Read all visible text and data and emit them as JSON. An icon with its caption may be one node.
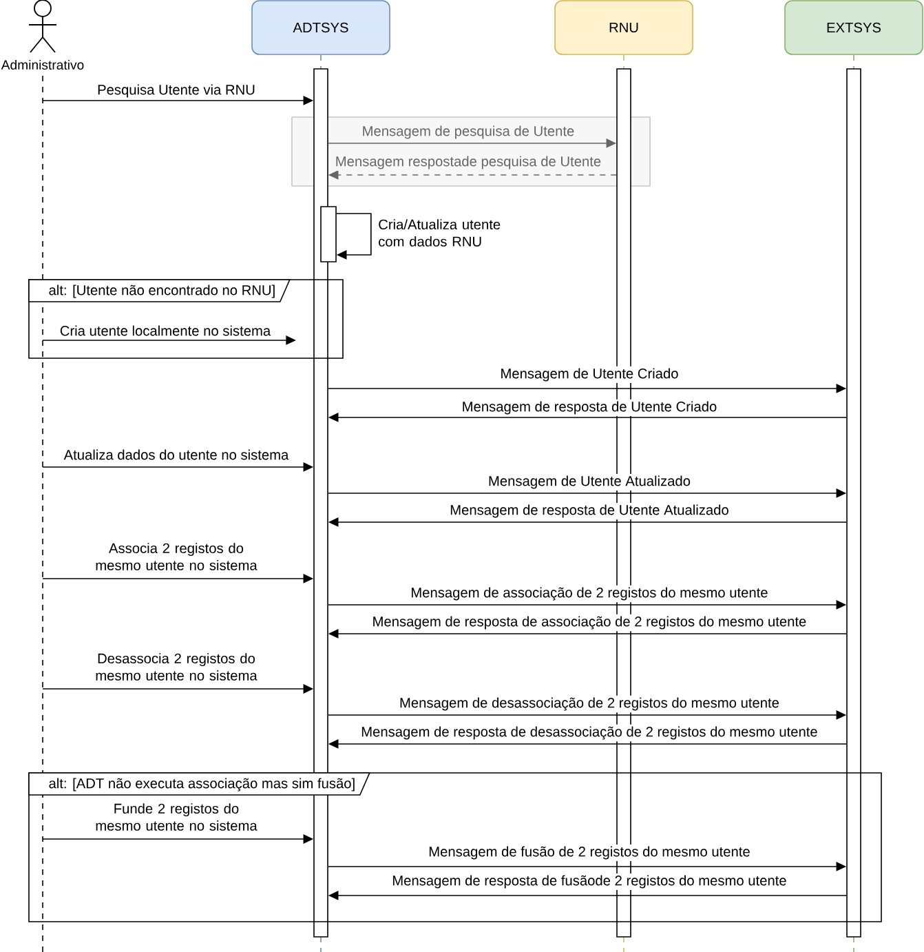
{
  "diagram": {
    "nodes": [
      {
        "text": [
          "Administrativo"
        ]
      },
      {
        "text": [
          "ADTSYS"
        ]
      },
      {
        "text": [
          "RNU"
        ]
      },
      {
        "text": [
          "EXTSYS"
        ]
      },
      {
        "text": [],
        "shape": "bar"
      },
      {
        "text": [],
        "shape": "bar"
      },
      {
        "text": [],
        "shape": "bar"
      },
      {
        "text": [],
        "shape": "bar"
      }
    ],
    "labels": [
      "alt: [Utente não encontrado no RNU]",
      "alt: [ADT não executa associação mas sim fusão]"
    ],
    "edges": [
      {
        "from": 0,
        "to": 4,
        "arrow": "to",
        "label": "Pesquisa Utente via RNU"
      },
      {
        "from": 4,
        "to": 5,
        "arrow": "to",
        "label": "Mensagem de pesquisa de Utente",
        "color": "#666666"
      },
      {
        "from": 5,
        "to": 4,
        "arrow": "to",
        "label": "Mensagem respostade pesquisa de Utente",
        "style": "dashed",
        "color": "#666666"
      },
      {
        "from": 7,
        "to": 7,
        "arrow": "to",
        "label": "Cria/Atualiza utente com dados RNU"
      },
      {
        "from": 0,
        "to": null,
        "arrow": "to",
        "label": "Cria utente localmente no sistema"
      },
      {
        "from": 4,
        "to": 6,
        "arrow": "to",
        "label": "Mensagem de Utente Criado"
      },
      {
        "from": 6,
        "to": 4,
        "arrow": "to",
        "label": "Mensagem de resposta de Utente Criado"
      },
      {
        "from": 0,
        "to": 4,
        "arrow": "to",
        "label": "Atualiza dados do utente no sistema"
      },
      {
        "from": 4,
        "to": 6,
        "arrow": "to",
        "label": "Mensagem de Utente Atualizado"
      },
      {
        "from": 6,
        "to": 4,
        "arrow": "to",
        "label": "Mensagem de resposta de Utente Atualizado"
      },
      {
        "from": 0,
        "to": 4,
        "arrow": "to",
        "label": "Associa 2 registos do mesmo utente no sistema"
      },
      {
        "from": 4,
        "to": 6,
        "arrow": "to",
        "label": "Mensagem de associação de 2 registos do mesmo utente"
      },
      {
        "from": 6,
        "to": 4,
        "arrow": "to",
        "label": "Mensagem de resposta de associação de 2 registos do mesmo utente"
      },
      {
        "from": 0,
        "to": 4,
        "arrow": "to",
        "label": "Desassocia 2 registos do mesmo utente no sistema"
      },
      {
        "from": 4,
        "to": 6,
        "arrow": "to",
        "label": "Mensagem de desassociação de 2 registos do mesmo utente"
      },
      {
        "from": 6,
        "to": 4,
        "arrow": "to",
        "label": "Mensagem de resposta de desassociação de 2 registos do mesmo utente"
      },
      {
        "from": 0,
        "to": 4,
        "arrow": "to",
        "label": "Funde 2 registos do mesmo utente no sistema"
      },
      {
        "from": 4,
        "to": 6,
        "arrow": "to",
        "label": "Mensagem de fusão de 2 registos do mesmo utente"
      },
      {
        "from": 6,
        "to": 4,
        "arrow": "to",
        "label": "Mensagem de resposta de fusãode 2 registos do mesmo utente"
      }
    ]
  }
}
